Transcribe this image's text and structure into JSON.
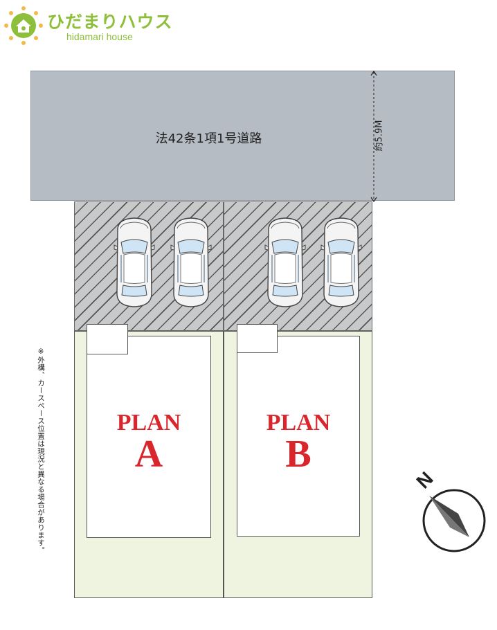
{
  "logo": {
    "name_ja": "ひだまりハウス",
    "name_en": "hidamari house",
    "brand_color": "#8dbf3a",
    "icon": "sun-house-icon"
  },
  "road": {
    "label": "法42条1項1号道路",
    "width_label": "約5.9M",
    "color": "#b5bcc3"
  },
  "parking": {
    "cars_per_plot": 2,
    "car_icon": "car-top-view-icon"
  },
  "plans": [
    {
      "word": "PLAN",
      "letter": "A"
    },
    {
      "word": "PLAN",
      "letter": "B"
    }
  ],
  "plan_color": "#d9262c",
  "lot_color": "#eef4e0",
  "note": "※外構、カースペース位置は現況と異なる場合があります。",
  "compass": {
    "label": "N",
    "icon": "north-arrow-icon"
  }
}
